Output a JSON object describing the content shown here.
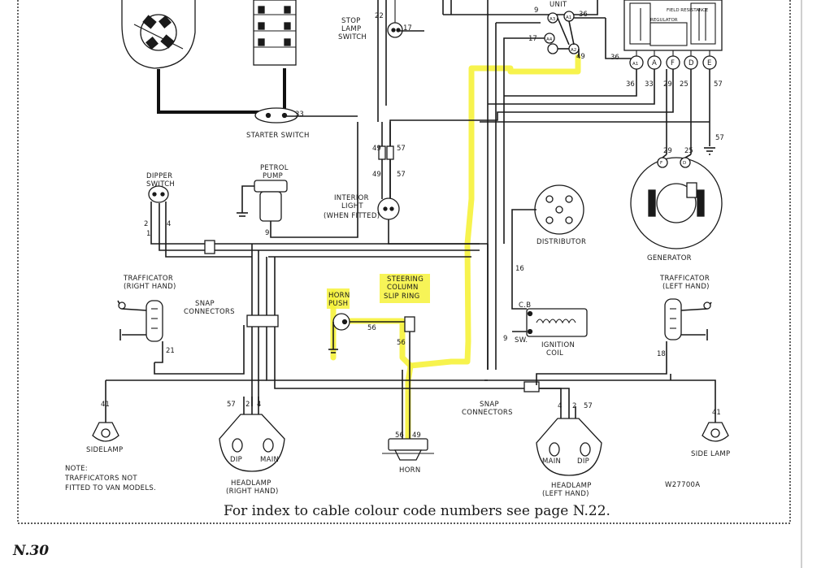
{
  "labels": {
    "unit": "UNIT",
    "stop_lamp_switch": [
      "STOP",
      "LAMP",
      "SWITCH"
    ],
    "starter_switch": "STARTER SWITCH",
    "petrol_pump": [
      "PETROL",
      "PUMP"
    ],
    "dipper_switch": [
      "DIPPER",
      "SWITCH"
    ],
    "interior_light": [
      "INTERIOR",
      "LIGHT",
      "(WHEN FITTED)"
    ],
    "distributor": "DISTRIBUTOR",
    "generator": "GENERATOR",
    "trafficator_right": [
      "TRAFFICATOR",
      "(RIGHT HAND)"
    ],
    "trafficator_left": [
      "TRAFFICATOR",
      "(LEFT HAND)"
    ],
    "snap_connectors_left": [
      "SNAP",
      "CONNECTORS"
    ],
    "snap_connectors_right": [
      "SNAP",
      "CONNECTORS"
    ],
    "horn_push": [
      "HORN",
      "PUSH"
    ],
    "steering_column": [
      "STEERING",
      "COLUMN",
      "SLIP RING"
    ],
    "ignition_coil": [
      "IGNITION",
      "COIL"
    ],
    "cb": "C.B",
    "sw": "SW.",
    "sidelamp_left": "SIDELAMP",
    "sidelamp_right": "SIDE LAMP",
    "headlamp_right": [
      "HEADLAMP",
      "(RIGHT HAND)"
    ],
    "headlamp_left": [
      "HEADLAMP",
      "(LEFT HAND)"
    ],
    "dip": "DIP",
    "main": "MAIN",
    "horn": "HORN",
    "note": [
      "NOTE:",
      "TRAFFICATORS NOT",
      "FITTED TO VAN MODELS."
    ],
    "drawing_no": "W27700A",
    "field_resistance": "FIELD RESISTANCE",
    "regulator": "REGULATOR"
  },
  "terminals": {
    "a1": "A1",
    "a": "A",
    "f": "F",
    "d": "D",
    "e": "E",
    "gen_f": "F",
    "gen_d": "D",
    "u_a3": "A3",
    "u_a4": "A4",
    "u_a2": "A2",
    "u_a1": "A1"
  },
  "wires": {
    "n9": "9",
    "n17": "17",
    "n36": "36",
    "n22": "22",
    "n49": "49",
    "n33": "33",
    "n29": "29",
    "n25": "25",
    "n57": "57",
    "n16": "16",
    "n56": "56",
    "n2": "2",
    "n4": "4",
    "n1": "1",
    "n41": "41",
    "n21": "21",
    "n18": "18"
  },
  "footer": {
    "text": "For index to cable colour code numbers see page N.22.",
    "page_number": "N.30"
  },
  "colors": {
    "highlight": "#f6f23a",
    "ink": "#1a1a1a"
  }
}
